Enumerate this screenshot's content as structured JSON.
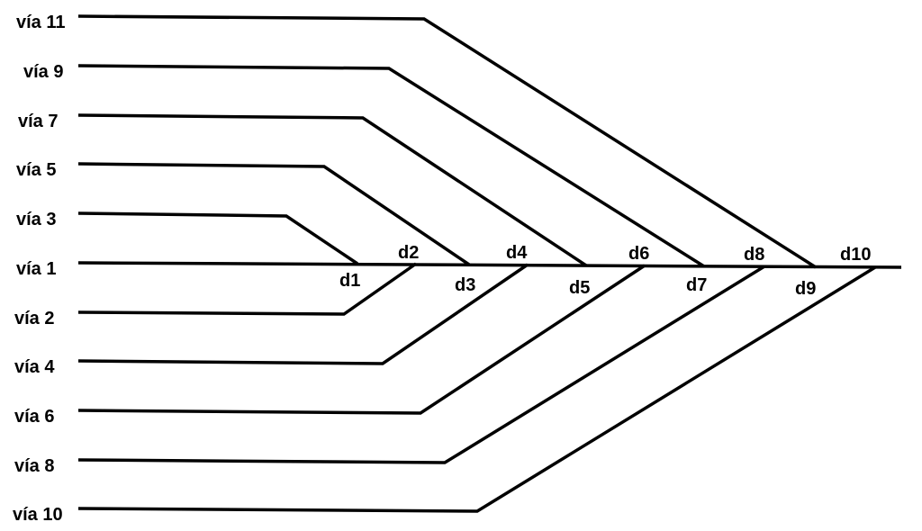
{
  "tracks": [
    {
      "id": "v11",
      "label": "vía 11"
    },
    {
      "id": "v9",
      "label": "vía 9"
    },
    {
      "id": "v7",
      "label": "vía 7"
    },
    {
      "id": "v5",
      "label": "vía 5"
    },
    {
      "id": "v3",
      "label": "vía 3"
    },
    {
      "id": "v1",
      "label": "vía 1"
    },
    {
      "id": "v2",
      "label": "vía 2"
    },
    {
      "id": "v4",
      "label": "vía 4"
    },
    {
      "id": "v6",
      "label": "vía 6"
    },
    {
      "id": "v8",
      "label": "vía 8"
    },
    {
      "id": "v10",
      "label": "vía 10"
    }
  ],
  "switches": [
    {
      "id": "d1",
      "label": "d1"
    },
    {
      "id": "d2",
      "label": "d2"
    },
    {
      "id": "d3",
      "label": "d3"
    },
    {
      "id": "d4",
      "label": "d4"
    },
    {
      "id": "d5",
      "label": "d5"
    },
    {
      "id": "d6",
      "label": "d6"
    },
    {
      "id": "d7",
      "label": "d7"
    },
    {
      "id": "d8",
      "label": "d8"
    },
    {
      "id": "d9",
      "label": "d9"
    },
    {
      "id": "d10",
      "label": "d10"
    }
  ]
}
